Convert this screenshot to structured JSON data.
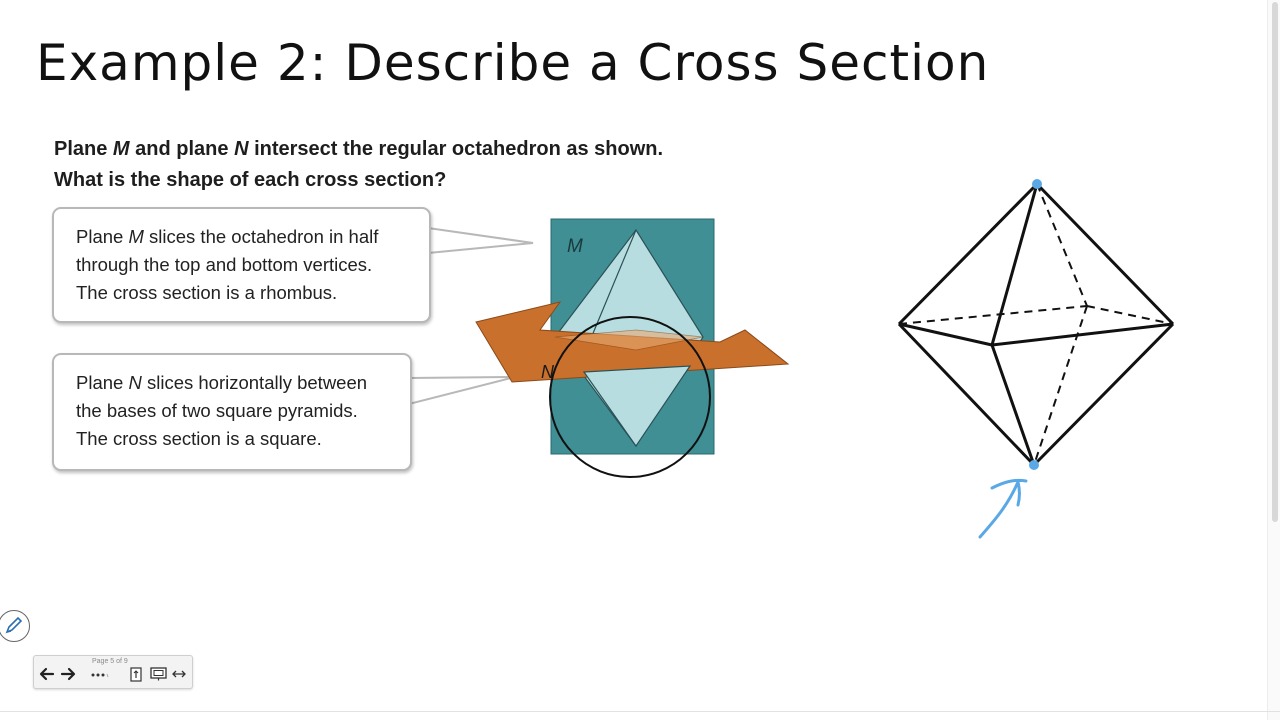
{
  "slide": {
    "title": "Example 2: Describe a Cross Section"
  },
  "problem": {
    "line1_parts": [
      "Plane ",
      "M",
      " and plane ",
      "N",
      " intersect the regular octahedron as shown."
    ],
    "line2": "What is the shape of each cross section?"
  },
  "callout_m": {
    "line1_parts": [
      "Plane ",
      "M",
      " slices the octahedron in half"
    ],
    "line2": "through the top and bottom vertices.",
    "line3": "The cross section is a rhombus."
  },
  "callout_n": {
    "line1_parts": [
      "Plane ",
      "N",
      " slices horizontally between"
    ],
    "line2": "the bases of two square pyramids.",
    "line3": "The cross section is a square."
  },
  "diagram": {
    "plane_m_label": "M",
    "plane_n_label": "N",
    "colors": {
      "plane_m": "#3f8f94",
      "plane_n": "#c8702c",
      "octahedron_face": "#b7dde0",
      "annotation": "#5aa8e6"
    }
  },
  "toolbar": {
    "page_indicator": "Page 5 of 9",
    "icons": [
      "pen-icon",
      "arrow-left-icon",
      "arrow-right-icon",
      "more-icon",
      "page-icon",
      "present-icon",
      "fit-width-icon"
    ]
  }
}
